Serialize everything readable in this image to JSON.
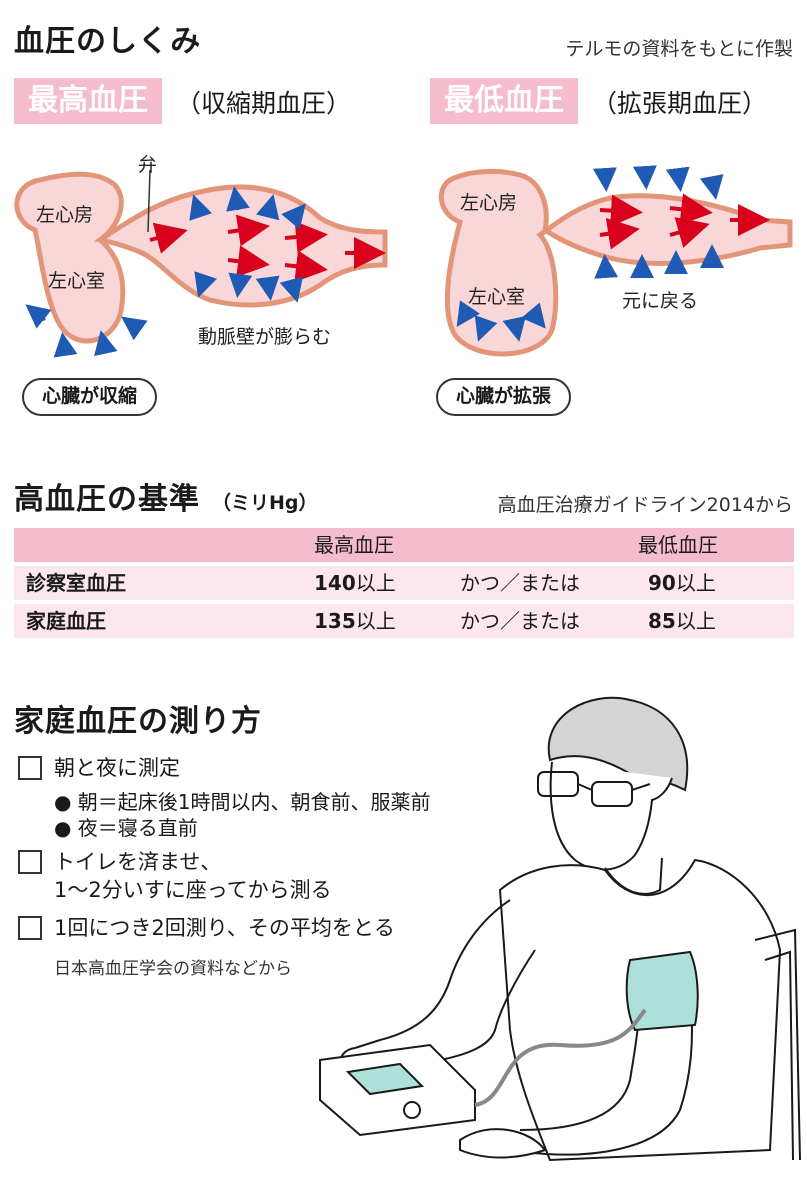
{
  "section1": {
    "title": "血圧のしくみ",
    "source": "テルモの資料をもとに作製",
    "systolic": {
      "label": "最高血圧",
      "paren": "（収縮期血圧）",
      "atrium": "左心房",
      "ventricle": "左心室",
      "valve": "弁",
      "artery_note": "動脈壁が膨らむ",
      "state": "心臓が収縮"
    },
    "diastolic": {
      "label": "最低血圧",
      "paren": "（拡張期血圧）",
      "atrium": "左心房",
      "ventricle": "左心室",
      "artery_note": "元に戻る",
      "state": "心臓が拡張"
    }
  },
  "section2": {
    "title": "高血圧の基準",
    "unit": "（ミリHg）",
    "source": "高血圧治療ガイドライン2014から",
    "header": {
      "col_high": "最高血圧",
      "col_low": "最低血圧"
    },
    "rows": [
      {
        "name": "診察室血圧",
        "high_value": "140",
        "high_suffix": "以上",
        "connector": "かつ／または",
        "low_value": "90",
        "low_suffix": "以上"
      },
      {
        "name": "家庭血圧",
        "high_value": "135",
        "high_suffix": "以上",
        "connector": "かつ／または",
        "low_value": "85",
        "low_suffix": "以上"
      }
    ]
  },
  "section3": {
    "title": "家庭血圧の測り方",
    "items": [
      {
        "text": "朝と夜に測定",
        "subs": [
          "● 朝＝起床後1時間以内、朝食前、服薬前",
          "● 夜＝寝る直前"
        ]
      },
      {
        "text": "トイレを済ませ、",
        "text2": "1〜2分いすに座ってから測る"
      },
      {
        "text": "1回につき2回測り、その平均をとる"
      }
    ],
    "source": "日本高血圧学会の資料などから"
  },
  "colors": {
    "pink_header": "#f4bccd",
    "pink_row": "#fde7ee",
    "heart_fill": "#f9d7d9",
    "heart_stroke": "#e39579",
    "red_arrow": "#d9001b",
    "blue_arrow": "#1f5bb5"
  }
}
